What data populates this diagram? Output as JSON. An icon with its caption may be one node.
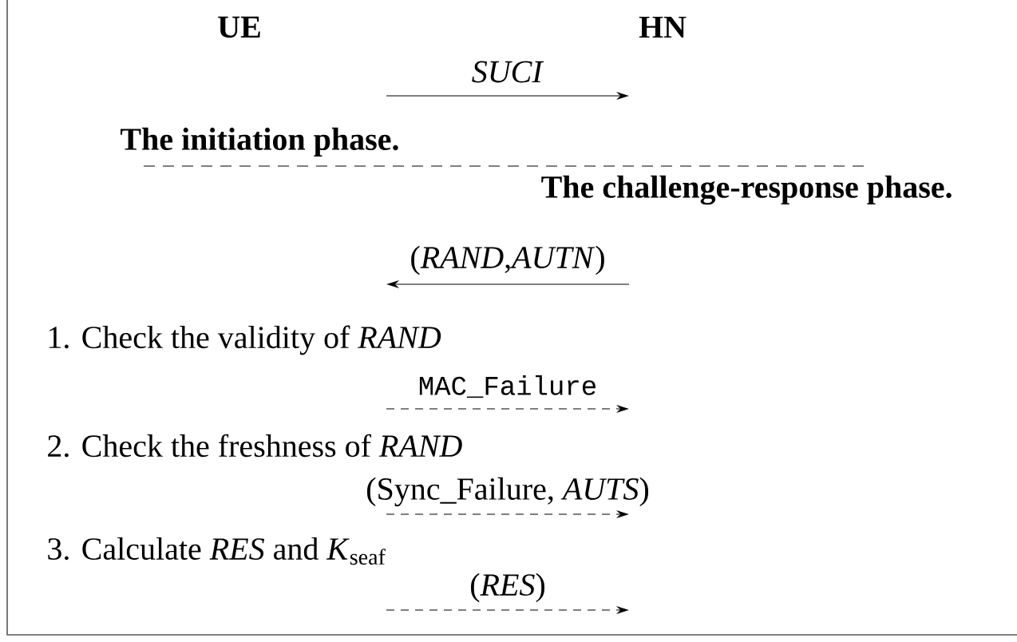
{
  "diagram": {
    "nodes": [
      {
        "text": [
          "UE"
        ]
      },
      {
        "text": [
          "HN"
        ]
      }
    ],
    "labels": [
      "*SUCI*",
      "The initiation phase.",
      "The challenge-response phase.",
      "(*RAND*,*AUTN*)",
      "1. Check the validity of *RAND*",
      "MAC_Failure",
      "2. Check the freshness of *RAND*",
      "(Sync_Failure, *AUTS*)",
      "3. Calculate *RES* and *K*$_{seaf}$",
      "(*RES*)"
    ]
  }
}
